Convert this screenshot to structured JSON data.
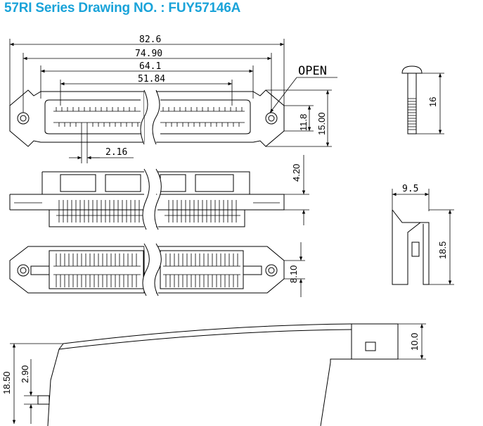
{
  "title": "57RI Series   Drawing NO. : FUY57146A",
  "labels": {
    "open": "OPEN"
  },
  "dimensions": {
    "overall_length": "82.6",
    "mount_hole_pitch": "74.90",
    "shell_width": "64.1",
    "contact_span": "51.84",
    "contact_pitch": "2.16",
    "inner_height": "11.8",
    "overall_height": "15.00",
    "screw_length": "16",
    "body_height": "4.20",
    "bracket_width": "9.5",
    "bracket_height": "18.5",
    "insulator_width": "8.10",
    "cover_height": "10.0",
    "hood_height": "18.50",
    "latch_offset": "2.90"
  },
  "colors": {
    "title": "#1aa3d9",
    "line": "#000000"
  }
}
